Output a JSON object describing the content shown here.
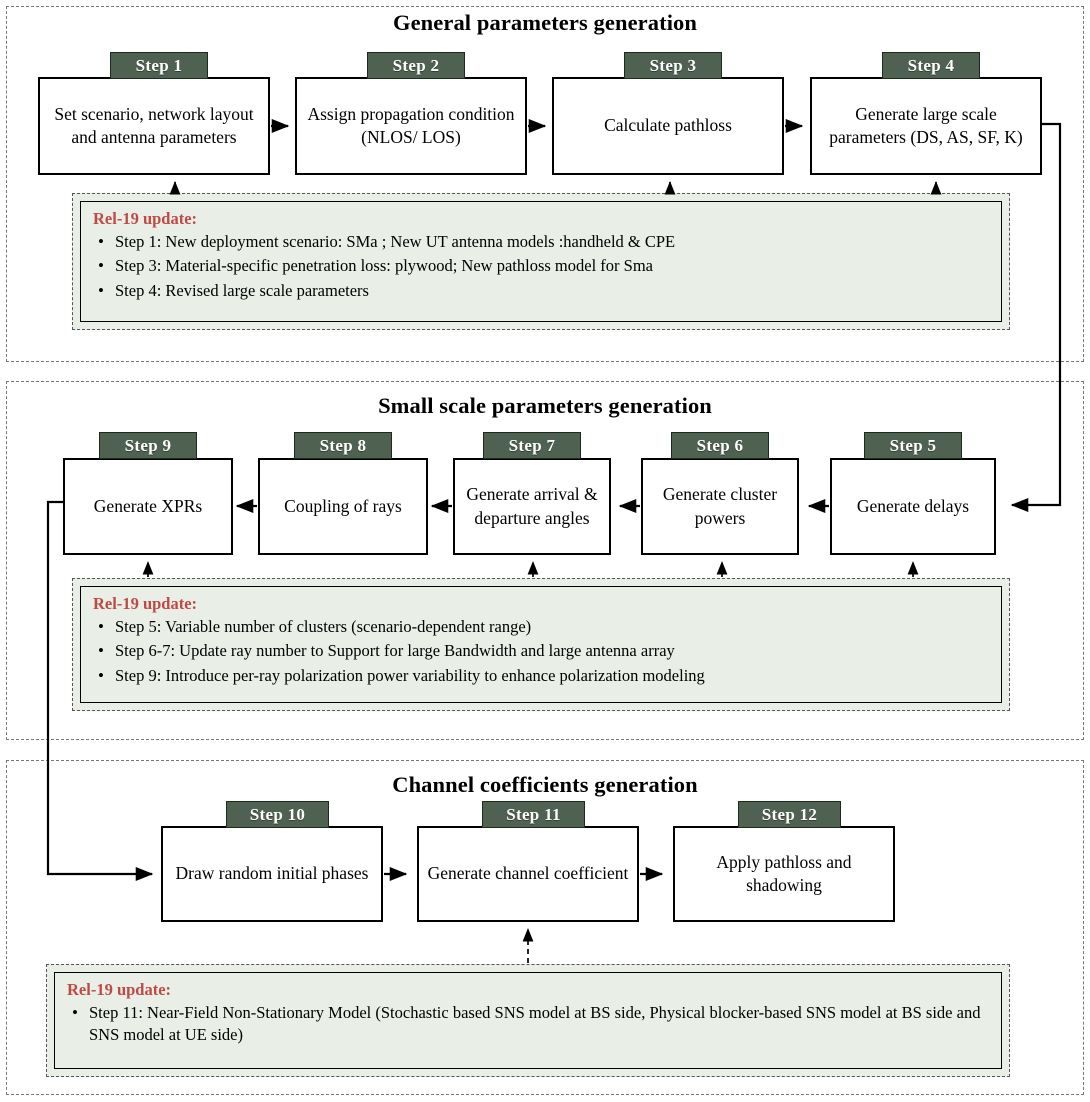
{
  "sections": [
    {
      "id": "general",
      "title": "General parameters generation",
      "steps": [
        {
          "badge": "Step 1",
          "text": "Set scenario, network layout and antenna parameters"
        },
        {
          "badge": "Step 2",
          "text": "Assign propagation condition (NLOS/ LOS)"
        },
        {
          "badge": "Step 3",
          "text": "Calculate pathloss"
        },
        {
          "badge": "Step 4",
          "text": "Generate large scale parameters (DS, AS, SF, K)"
        }
      ],
      "update": {
        "heading": "Rel-19 update:",
        "items": [
          "Step 1: New deployment scenario: SMa ;  New UT antenna models :handheld & CPE",
          "Step 3: Material-specific penetration loss: plywood; New pathloss model for Sma",
          "Step 4: Revised large scale parameters"
        ]
      }
    },
    {
      "id": "smallscale",
      "title": "Small scale parameters generation",
      "steps": [
        {
          "badge": "Step 9",
          "text": "Generate XPRs"
        },
        {
          "badge": "Step 8",
          "text": "Coupling of rays"
        },
        {
          "badge": "Step 7",
          "text": "Generate arrival & departure angles"
        },
        {
          "badge": "Step 6",
          "text": "Generate cluster powers"
        },
        {
          "badge": "Step 5",
          "text": "Generate delays"
        }
      ],
      "update": {
        "heading": "Rel-19 update:",
        "items": [
          "Step 5: Variable number of clusters (scenario-dependent range)",
          "Step 6-7: Update ray number to Support for large Bandwidth and large antenna array",
          "Step 9: Introduce per-ray polarization power variability to enhance polarization modeling"
        ]
      }
    },
    {
      "id": "channel",
      "title": "Channel coefficients generation",
      "steps": [
        {
          "badge": "Step 10",
          "text": "Draw random initial phases"
        },
        {
          "badge": "Step 11",
          "text": "Generate channel coefficient"
        },
        {
          "badge": "Step 12",
          "text": "Apply pathloss and shadowing"
        }
      ],
      "update": {
        "heading": "Rel-19 update:",
        "items": [
          "Step 11: Near-Field Non-Stationary Model (Stochastic based SNS model at BS side, Physical blocker-based SNS model at BS side and SNS model at UE side)"
        ]
      }
    }
  ],
  "colors": {
    "badge_fill": "#4f6150",
    "badge_text": "#ffffff",
    "update_fill": "#e9eee7",
    "update_heading": "#bf4a43",
    "box_border": "#000000",
    "section_border": "#777777"
  }
}
